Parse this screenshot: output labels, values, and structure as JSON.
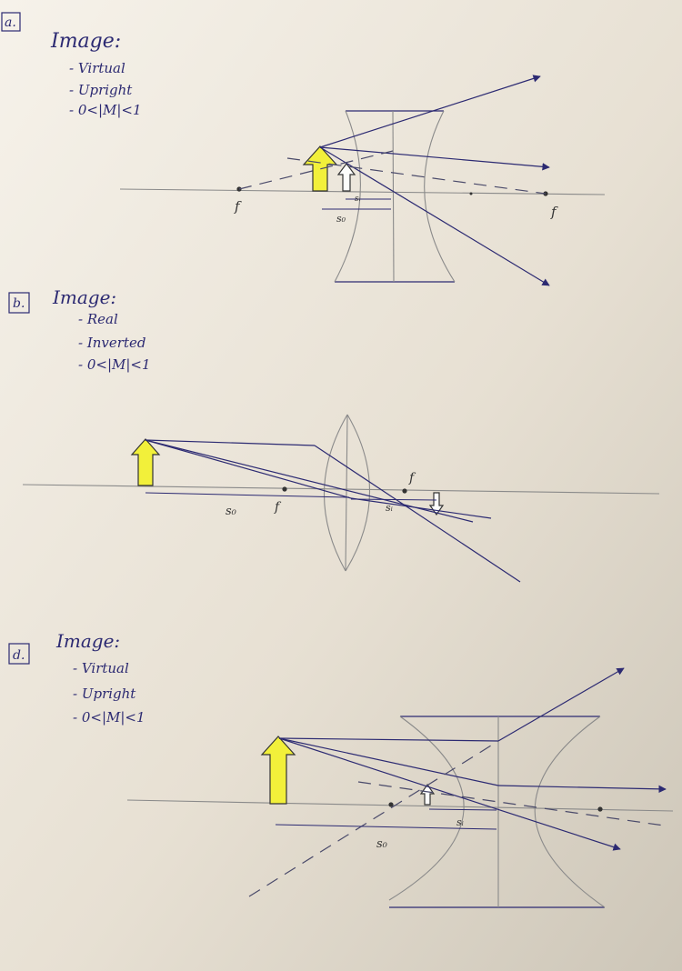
{
  "sections": [
    {
      "tag": "a.",
      "heading": "Image:",
      "props": [
        "- Virtual",
        "- Upright",
        "- 0<|M|<1"
      ],
      "labels": {
        "f_left": "f",
        "f_right": "f",
        "so": "s₀",
        "si": "sᵢ"
      }
    },
    {
      "tag": "b.",
      "heading": "Image:",
      "props": [
        "- Real",
        "- Inverted",
        "- 0<|M|<1"
      ],
      "labels": {
        "f_left": "f",
        "f_right": "f",
        "so": "s₀",
        "si": "sᵢ"
      }
    },
    {
      "tag": "d.",
      "heading": "Image:",
      "props": [
        "- Virtual",
        "- Upright",
        "- 0<|M|<1"
      ],
      "labels": {
        "so": "s₀",
        "si": "sᵢ"
      }
    }
  ],
  "colors": {
    "paper": "#efe9df",
    "ink": "#2c2a72",
    "object_arrow": "#f2f03a",
    "pencil": "#8a8a8a"
  }
}
